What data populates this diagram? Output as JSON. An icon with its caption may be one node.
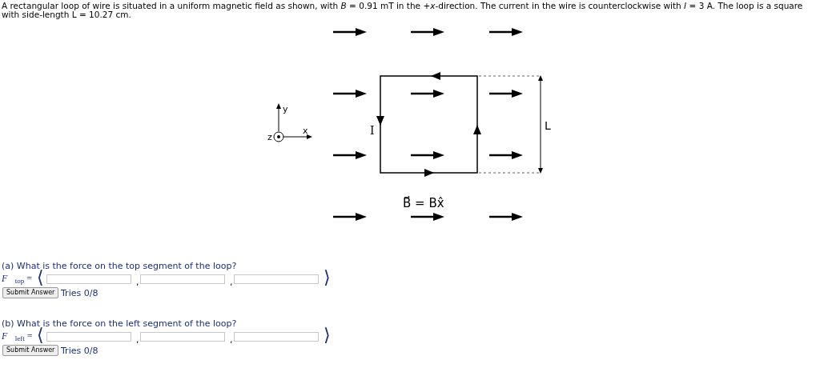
{
  "diagram": {
    "title": "A rectangular loop of wire is situated in a uniform magnetic field as shown, with *B* = 0.91 mT in the +*x*-direction. The current in the wire is counterclockwise with *I* = 3 A. The loop is a square with side-length L = 10.27 cm.",
    "labels": [
      "y",
      "z",
      "x",
      "I",
      "L",
      "B⃗ = Bx̂",
      "(a) What is the force on the top segment of the loop?",
      "*F⃗*$_{top}$ =",
      "⟨",
      ",",
      ",",
      "⟩",
      "Submit Answer",
      "Tries 0/8",
      "(b) What is the force on the left segment of the loop?",
      "*F⃗*$_{left}$ =",
      "⟨",
      ",",
      ",",
      "⟩",
      "Submit Answer",
      "Tries 0/8"
    ]
  }
}
